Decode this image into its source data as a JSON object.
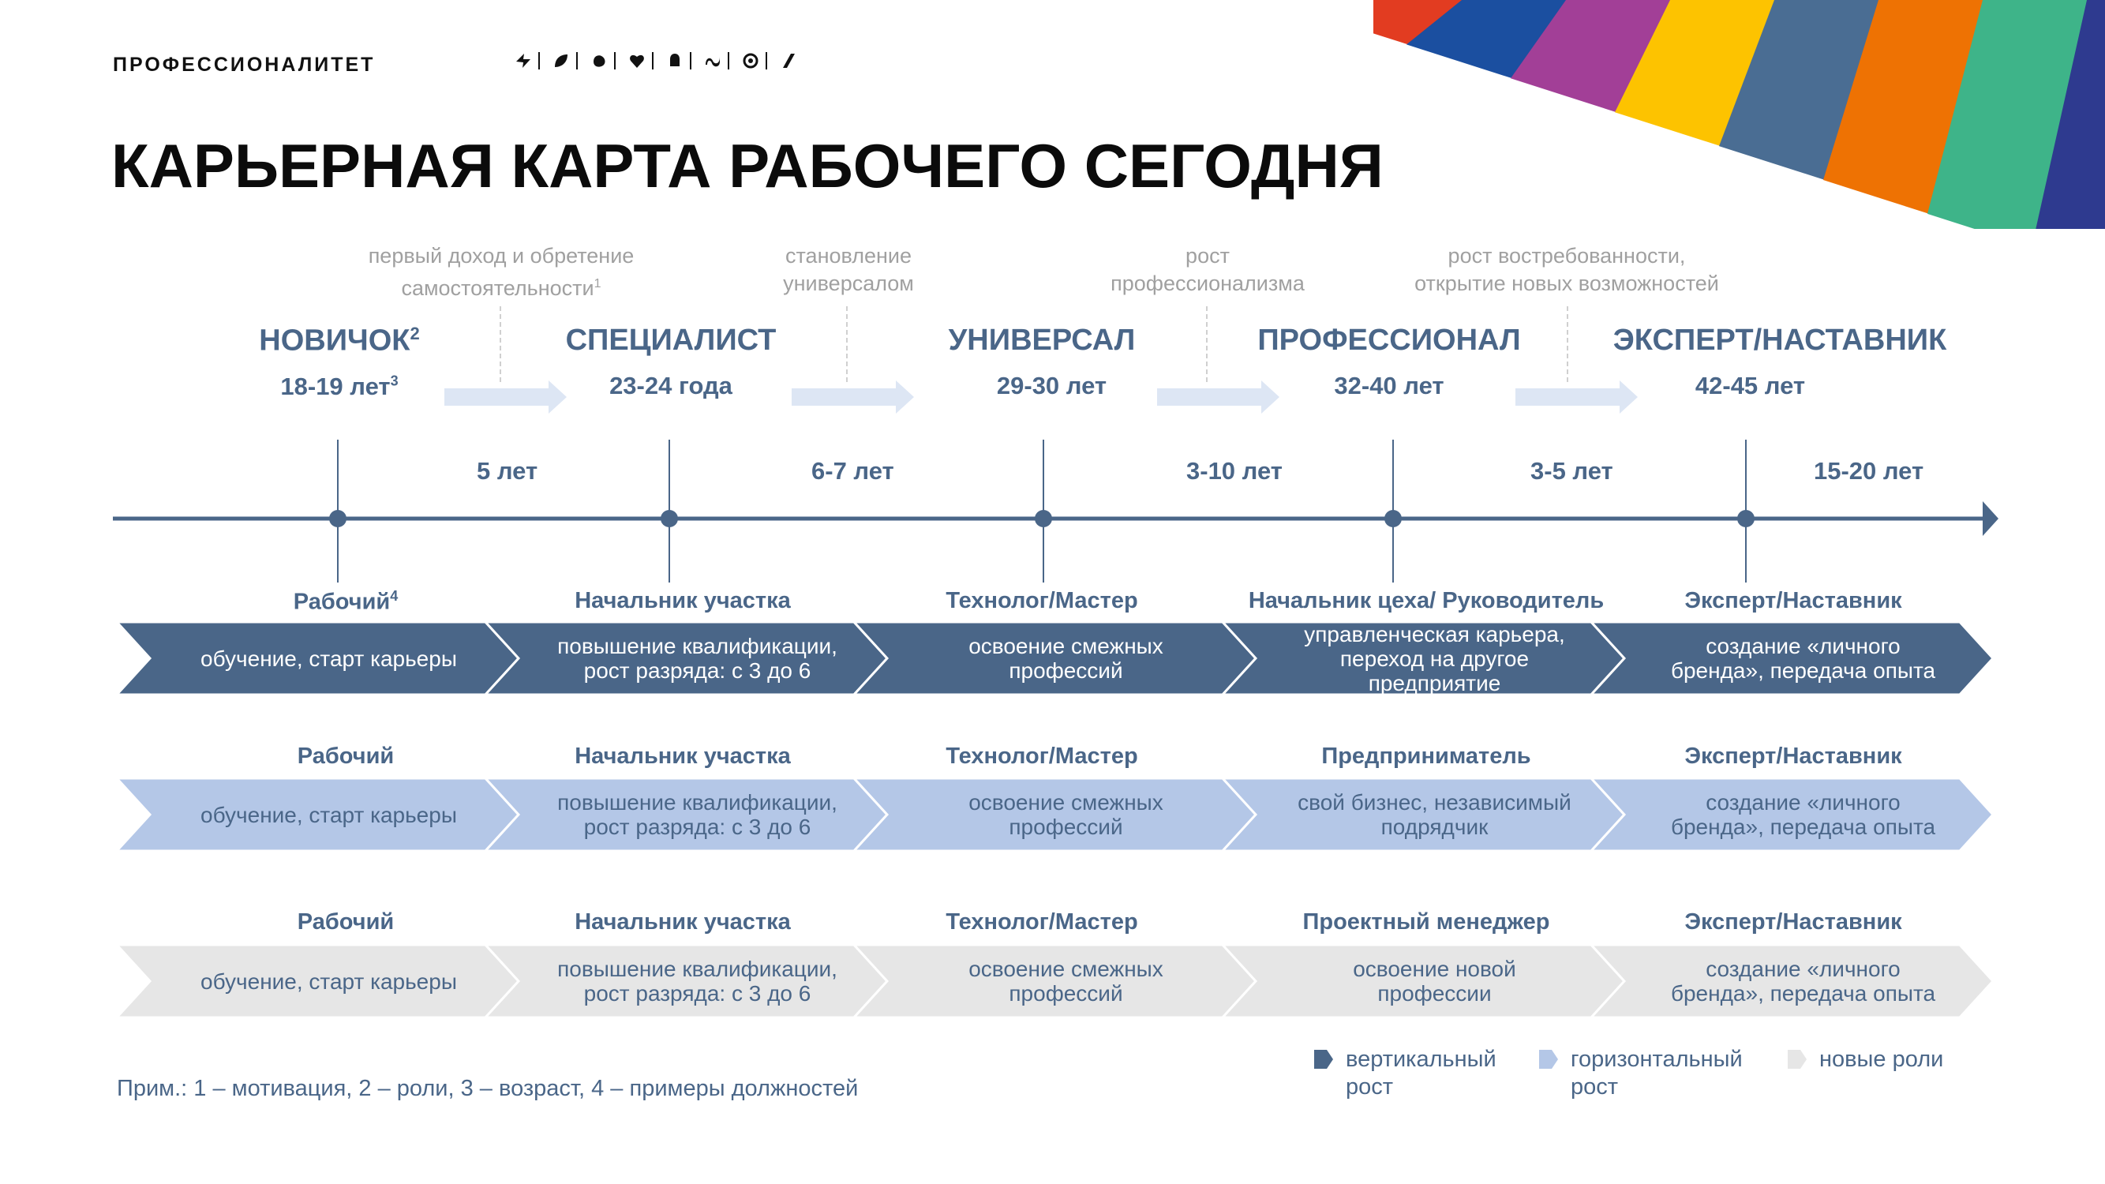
{
  "header": {
    "brand": "ПРОФЕССИОНАЛИТЕТ",
    "icons": [
      "bolt-shape-icon",
      "leaf-shape-icon",
      "blob-shape-icon",
      "heart-shape-icon",
      "bell-shape-icon",
      "wave-shape-icon",
      "ring-shape-icon",
      "slash-shape-icon"
    ],
    "stripe_colors": [
      "#e23c21",
      "#1b4fa0",
      "#a23f97",
      "#fdc300",
      "#4a6d93",
      "#ee7203",
      "#3eb489",
      "#2e3a8f"
    ]
  },
  "title": "КАРЬЕРНАЯ КАРТА РАБОЧЕГО СЕГОДНЯ",
  "motivations": [
    "первый доход и обретение\nсамостоятельности",
    "становление\nуниверсалом",
    "рост\nпрофессионализма",
    "рост востребованности,\nоткрытие новых возможностей"
  ],
  "footnote_one": "1",
  "stages": [
    {
      "role": "НОВИЧОК",
      "sup": "2",
      "age": "18-19 лет",
      "age_sup": "3"
    },
    {
      "role": "СПЕЦИАЛИСТ",
      "sup": "",
      "age": "23-24 года",
      "age_sup": ""
    },
    {
      "role": "УНИВЕРСАЛ",
      "sup": "",
      "age": "29-30 лет",
      "age_sup": ""
    },
    {
      "role": "ПРОФЕССИОНАЛ",
      "sup": "",
      "age": "32-40 лет",
      "age_sup": ""
    },
    {
      "role": "ЭКСПЕРТ/НАСТАВНИК",
      "sup": "",
      "age": "42-45 лет",
      "age_sup": ""
    }
  ],
  "durations": [
    "5 лет",
    "6-7 лет",
    "3-10 лет",
    "3-5 лет",
    "15-20 лет"
  ],
  "tracks": [
    {
      "name": "vertical",
      "fill": "#4a6688",
      "text_color": "#ffffff",
      "positions": [
        "Рабочий",
        "Начальник участка",
        "Технолог/Мастер",
        "Начальник цеха/ Руководитель",
        "Эксперт/Наставник"
      ],
      "pos_sup": "4",
      "segments": [
        "обучение, старт карьеры",
        "повышение квалификации,\nрост разряда: с 3 до 6",
        "освоение смежных\nпрофессий",
        "управленческая карьера,\nпереход на другое\nпредприятие",
        "создание «личного\nбренда», передача опыта"
      ]
    },
    {
      "name": "horizontal",
      "fill": "#b4c7e7",
      "text_color": "#4a6688",
      "positions": [
        "Рабочий",
        "Начальник участка",
        "Технолог/Мастер",
        "Предприниматель",
        "Эксперт/Наставник"
      ],
      "pos_sup": "",
      "segments": [
        "обучение, старт карьеры",
        "повышение квалификации,\nрост разряда: с 3 до 6",
        "освоение смежных\nпрофессий",
        "свой бизнес, независимый\nподрядчик",
        "создание «личного\nбренда», передача опыта"
      ]
    },
    {
      "name": "new-roles",
      "fill": "#e6e6e6",
      "text_color": "#4a6688",
      "positions": [
        "Рабочий",
        "Начальник участка",
        "Технолог/Мастер",
        "Проектный менеджер",
        "Эксперт/Наставник"
      ],
      "pos_sup": "",
      "segments": [
        "обучение, старт карьеры",
        "повышение квалификации,\nрост разряда: с 3 до 6",
        "освоение смежных\nпрофессий",
        "освоение новой\nпрофессии",
        "создание «личного\nбренда», передача опыта"
      ]
    }
  ],
  "legend": [
    {
      "label": "вертикальный\nрост",
      "color": "#4a6688"
    },
    {
      "label": "горизонтальный\nрост",
      "color": "#b4c7e7"
    },
    {
      "label": "новые роли",
      "color": "#e6e6e6"
    }
  ],
  "note": "Прим.: 1 – мотивация, 2 – роли, 3 – возраст, 4 – примеры должностей",
  "colors": {
    "timeline": "#4a6688",
    "stage_arrow": "#dde6f4",
    "dash": "#d0d0d0"
  }
}
